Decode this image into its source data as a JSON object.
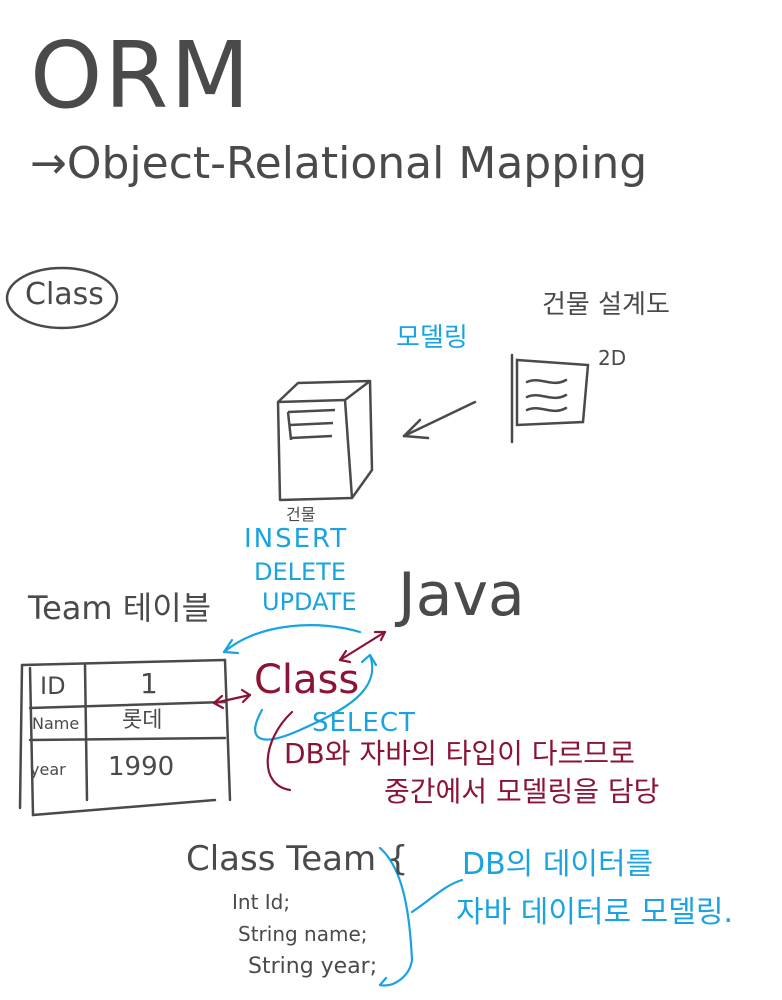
{
  "title": "ORM",
  "subtitle": "→Object-Relational Mapping",
  "class_label": "Class",
  "blueprint_label": "건물 설계도",
  "blueprint_2d": "2D",
  "modeling_label": "모델링",
  "building_label": "건물",
  "write_ops": [
    "INSERT",
    "DELETE",
    "UPDATE"
  ],
  "java_label": "Java",
  "team_table_label": "Team 테이블",
  "table_rows": [
    {
      "key": "ID",
      "value": "1"
    },
    {
      "key": "Name",
      "value": "롯데"
    },
    {
      "key": "year",
      "value": "1990"
    }
  ],
  "middle_class": "Class",
  "select_label": "SELECT",
  "note_red": [
    "DB와 자바의 타입이 다르므로",
    "중간에서 모델링을 담당"
  ],
  "code_lines": [
    "Class Team {",
    "Int Id;",
    "String name;",
    "String year;"
  ],
  "note_blue": [
    "DB의 데이터를",
    "자바 데이터로 모델링."
  ],
  "colors": {
    "ink": "#4a4a4a",
    "blue": "#1aa3e0",
    "red": "#8b1434"
  }
}
